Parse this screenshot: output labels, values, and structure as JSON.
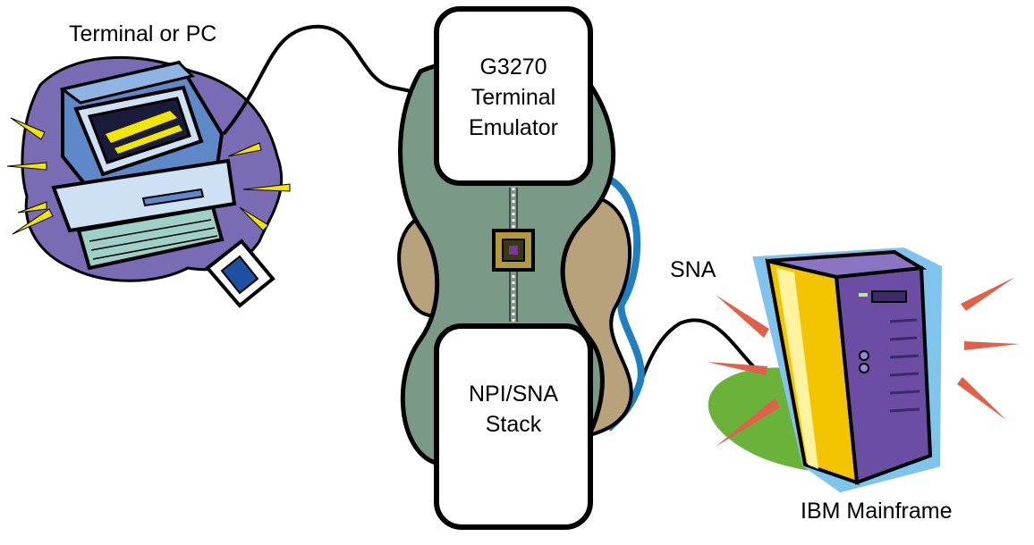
{
  "diagram": {
    "nodes": {
      "terminal": {
        "label": "Terminal or PC"
      },
      "emulator": {
        "lines": [
          "G3270",
          "Terminal",
          "Emulator"
        ]
      },
      "stack": {
        "lines": [
          "NPI/SNA",
          "Stack"
        ]
      },
      "mainframe": {
        "label": "IBM Mainframe"
      }
    },
    "edges": {
      "sna_link": {
        "label": "SNA"
      }
    }
  },
  "colors": {
    "device_body": "#7a9a87",
    "device_lobes": "#b8a27b",
    "device_edge": "#1f7fc0",
    "computer_blob": "#7a6bb5",
    "mainframe_yellow": "#f3c400",
    "mainframe_purple": "#6b4ea3",
    "mainframe_ground": "#6ab23a",
    "burst_red": "#e0604a",
    "burst_yellow": "#f2e600"
  }
}
